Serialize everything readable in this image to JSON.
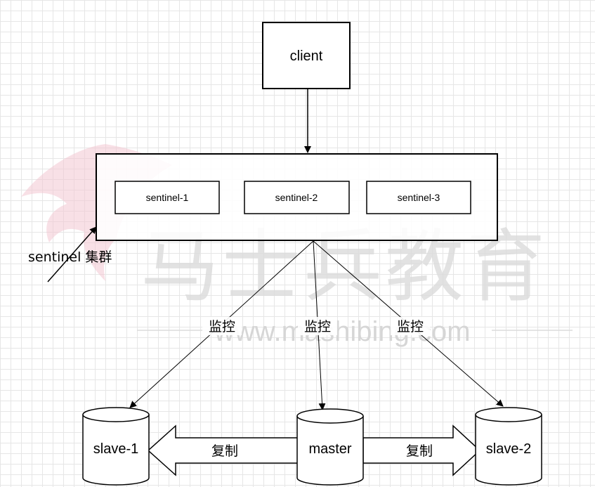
{
  "client": {
    "label": "client"
  },
  "sentinels": [
    "sentinel-1",
    "sentinel-2",
    "sentinel-3"
  ],
  "cluster": {
    "label": "sentinel 集群"
  },
  "monitor_label": "监控",
  "replicate_label": "复制",
  "nodes": {
    "slave1": "slave-1",
    "master": "master",
    "slave2": "slave-2"
  },
  "watermark": {
    "logo_text": "马士兵教育",
    "url": "www.mashibing.com"
  }
}
